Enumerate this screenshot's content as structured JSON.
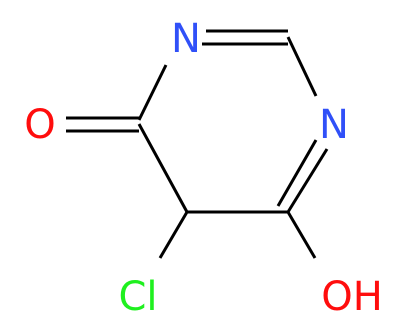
{
  "molecule": {
    "atoms": {
      "n_top": "N",
      "n_right": "N",
      "o_left": "O",
      "cl": "Cl",
      "oh": "OH"
    },
    "colors": {
      "bond": "#000000",
      "nitrogen": "#3050F8",
      "oxygen": "#FF0D0D",
      "chlorine": "#1FF01F"
    }
  }
}
